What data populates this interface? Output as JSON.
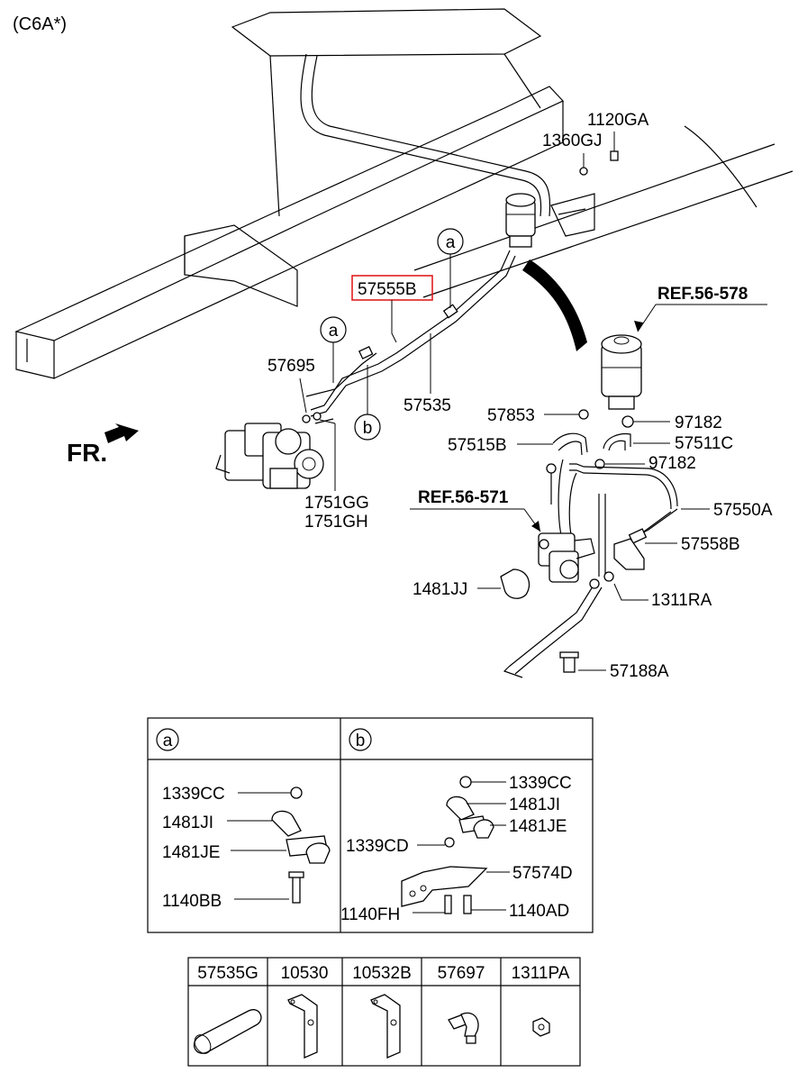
{
  "model_code": "(C6A*)",
  "direction_label": "FR.",
  "ref_labels": [
    "REF.56-578",
    "REF.56-571"
  ],
  "main_labels": {
    "p57555B": "57555B",
    "p57695": "57695",
    "p57535": "57535",
    "p1751GG": "1751GG",
    "p1751GH": "1751GH",
    "p1120GA": "1120GA",
    "p1360GJ": "1360GJ",
    "p57853": "57853",
    "p97182a": "97182",
    "p57515B": "57515B",
    "p57511C": "57511C",
    "p97182b": "97182",
    "p57550A": "57550A",
    "p57558B": "57558B",
    "p1481JJ": "1481JJ",
    "p1311RA": "1311RA",
    "p57188A": "57188A"
  },
  "callouts": [
    "a",
    "a",
    "b"
  ],
  "highlighted_part": "57555B",
  "detail_a": {
    "key": "a",
    "labels": [
      "1339CC",
      "1481JI",
      "1481JE",
      "1140BB"
    ]
  },
  "detail_b": {
    "key": "b",
    "labels": [
      "1339CC",
      "1481JI",
      "1481JE",
      "1339CD",
      "57574D",
      "1140FH",
      "1140AD"
    ]
  },
  "parts_table": [
    "57535G",
    "10530",
    "10532B",
    "57697",
    "1311PA"
  ],
  "colors": {
    "highlight": "#e02020",
    "ink": "#000000"
  }
}
